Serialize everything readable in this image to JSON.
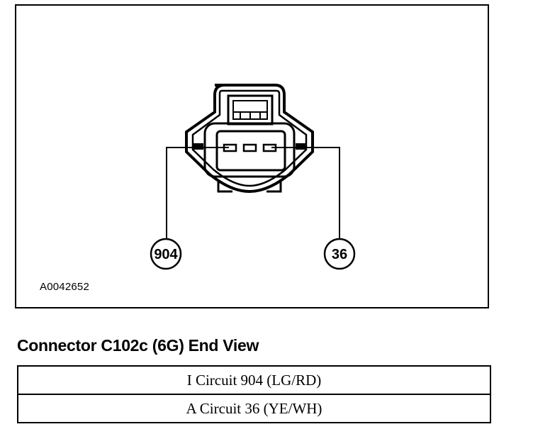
{
  "diagram": {
    "figure_id": "A0042652",
    "pin_callouts": [
      {
        "label": "904"
      },
      {
        "label": "36"
      }
    ]
  },
  "heading": "Connector C102c (6G) End View",
  "circuits": [
    {
      "text": "I Circuit 904 (LG/RD)"
    },
    {
      "text": "A Circuit 36 (YE/WH)"
    }
  ]
}
